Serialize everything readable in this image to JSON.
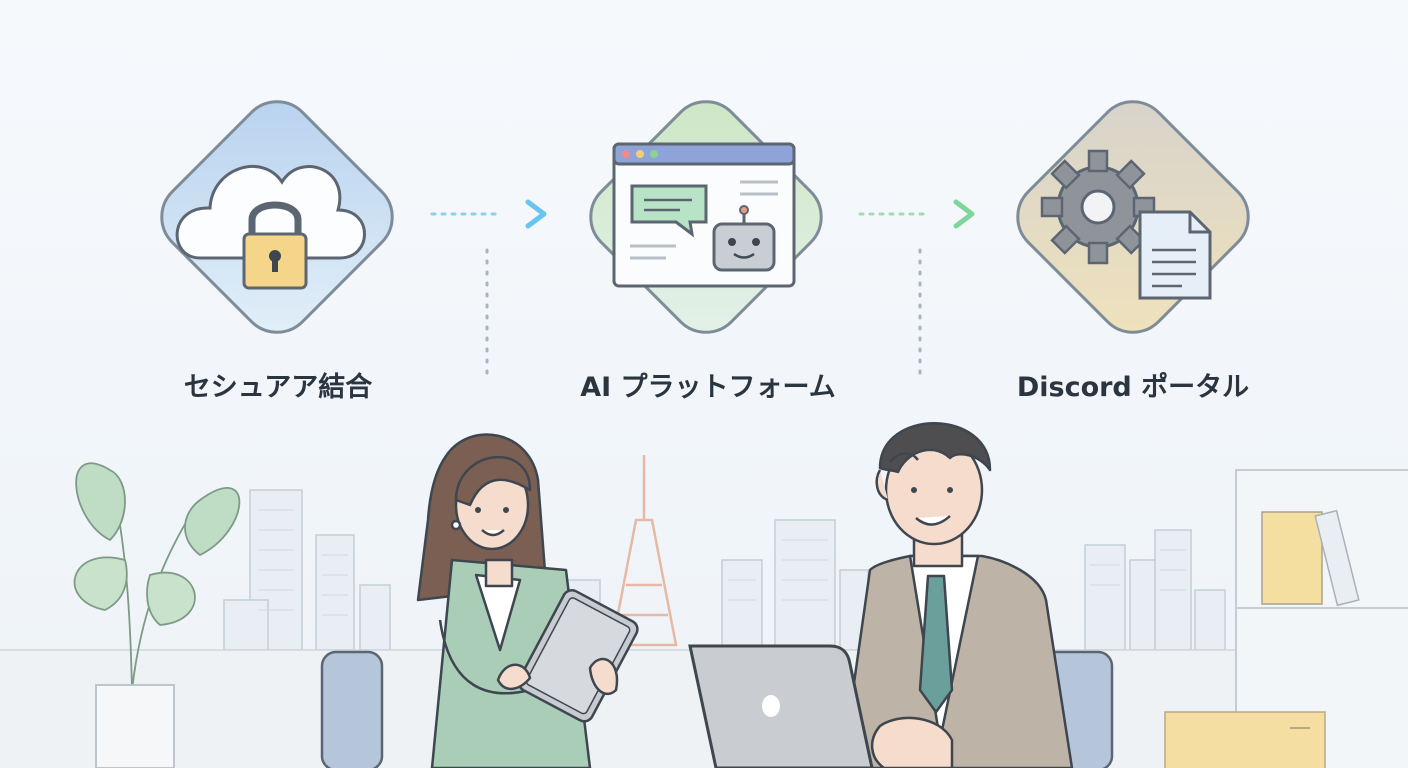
{
  "steps": [
    {
      "label": "セシュアア結合",
      "icon": "cloud-lock-icon",
      "color": "#c9ddf2"
    },
    {
      "label": "AI プラットフォーム",
      "icon": "chat-bot-window-icon",
      "color": "#cfe7c9"
    },
    {
      "label": "Discord ポータル",
      "icon": "gear-document-icon",
      "color": "#e6d9b8"
    }
  ],
  "colors": {
    "ink": "#4f5a66",
    "arrow_blue": "#79c9ef",
    "arrow_green": "#8fd8a8",
    "jacket_woman": "#a9cdb6",
    "jacket_man": "#bdb3a6",
    "tie": "#6a9f9b"
  }
}
